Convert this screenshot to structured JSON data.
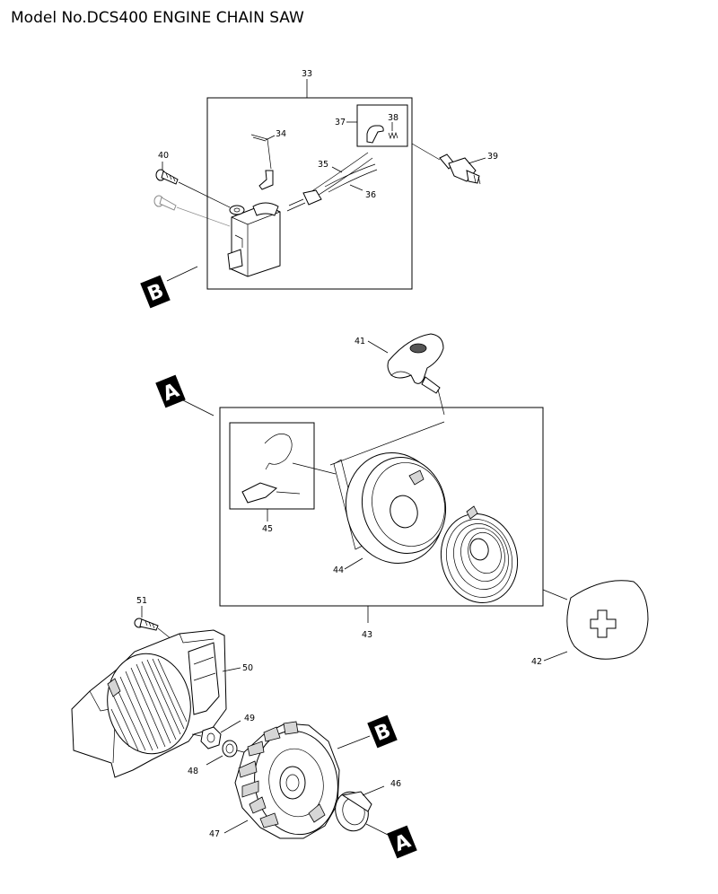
{
  "title": "Model No.DCS400 ENGINE CHAIN SAW",
  "reference_markers": [
    "A",
    "B"
  ],
  "parts": [
    {
      "number": "33"
    },
    {
      "number": "34"
    },
    {
      "number": "35"
    },
    {
      "number": "36"
    },
    {
      "number": "37"
    },
    {
      "number": "38"
    },
    {
      "number": "39"
    },
    {
      "number": "40"
    },
    {
      "number": "41"
    },
    {
      "number": "42"
    },
    {
      "number": "43"
    },
    {
      "number": "44"
    },
    {
      "number": "45"
    },
    {
      "number": "46"
    },
    {
      "number": "47"
    },
    {
      "number": "48"
    },
    {
      "number": "49"
    },
    {
      "number": "50"
    },
    {
      "number": "51"
    }
  ]
}
